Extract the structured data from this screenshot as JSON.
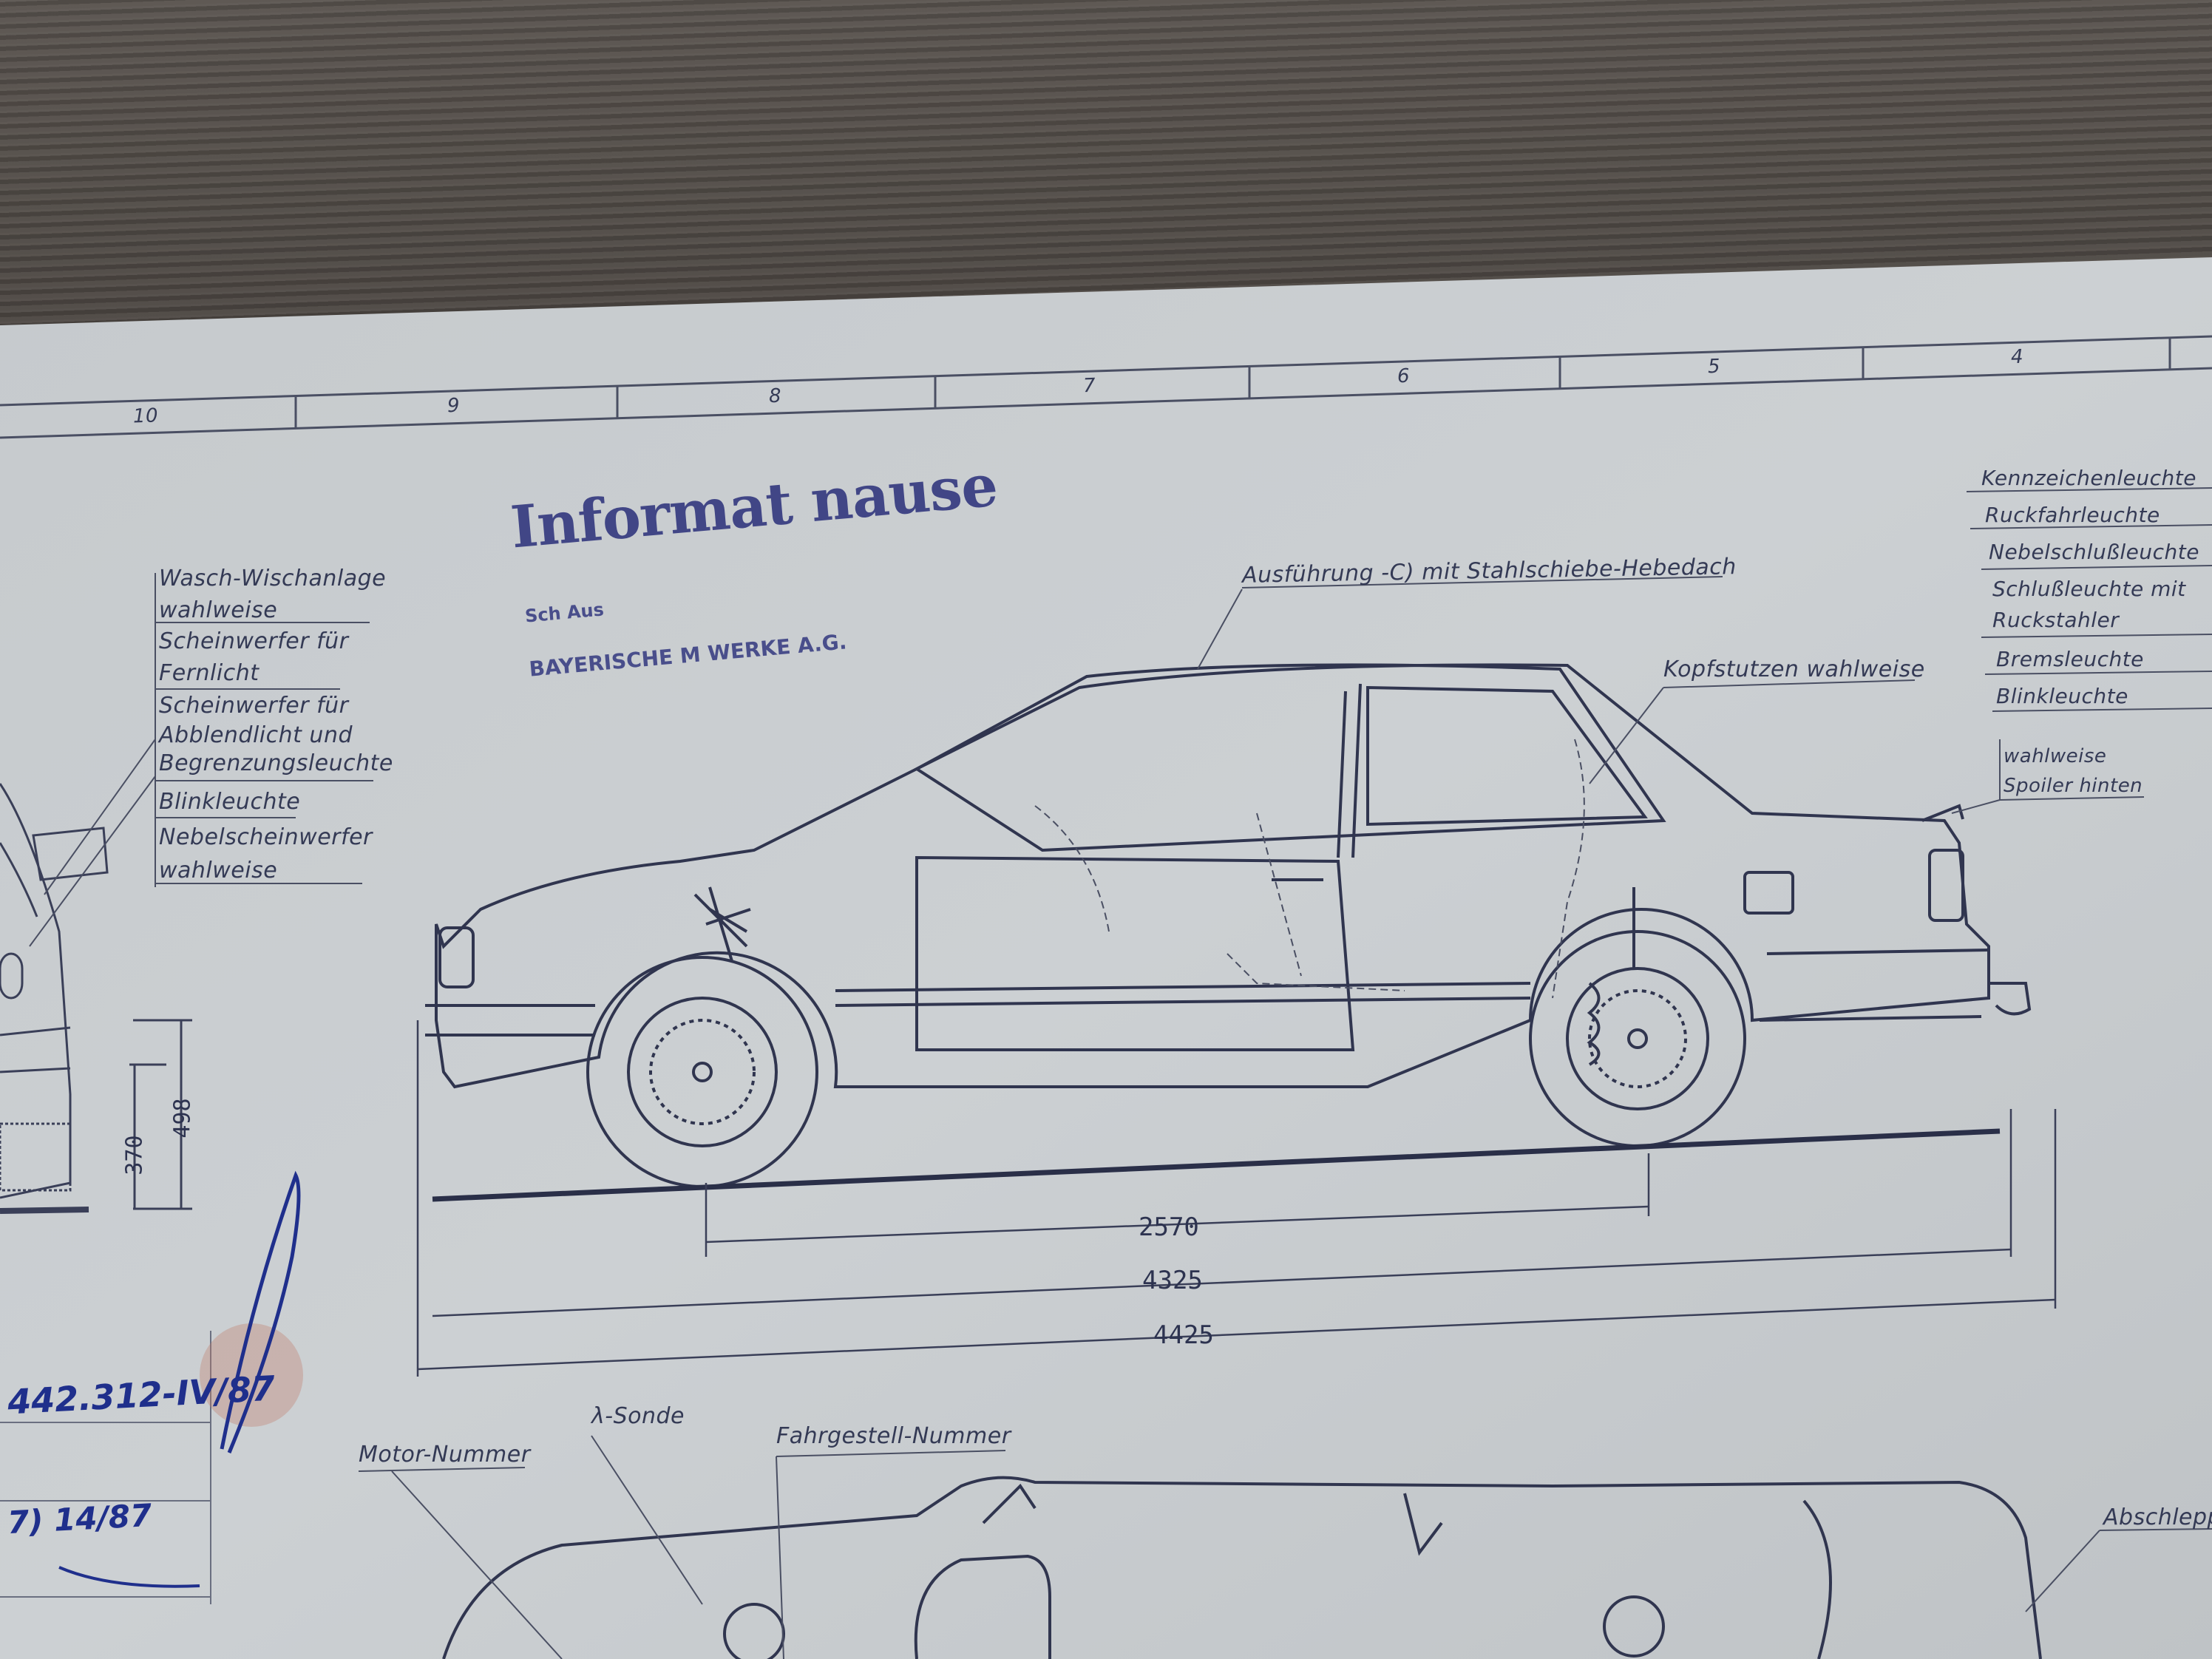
{
  "colors": {
    "paper": "#c9cdd0",
    "ink": "#2f3450",
    "stamp": "#2a2f7a",
    "ballpen": "#1f2f8c",
    "wood": "#4a4541"
  },
  "frame": {
    "zone_numbers": [
      "10",
      "9",
      "8",
      "7",
      "6",
      "5",
      "4"
    ]
  },
  "stamp": {
    "title": "Informat  nause",
    "line1": "Sch Aus",
    "line2": "BAYERISCHE M      WERKE A.G."
  },
  "front_labels": [
    "Wasch-Wischanlage",
    "wahlweise",
    "Scheinwerfer für",
    "Fernlicht",
    "Scheinwerfer für",
    "Abblendlicht und",
    "Begrenzungsleuchte",
    "Blinkleuchte",
    "Nebelscheinwerfer",
    "wahlweise"
  ],
  "top_labels": {
    "roof": "Ausführung -C) mit Stahlschiebe-Hebedach",
    "headrest": "Kopfstutzen wahlweise"
  },
  "rear_labels": [
    "Kennzeichenleuchte",
    "Ruckfahrleuchte",
    "Nebelschlußleuchte",
    "Schlußleuchte mit",
    "Ruckstahler",
    "Bremsleuchte",
    "Blinkleuchte",
    "wahlweise",
    "Spoiler hinten"
  ],
  "dimensions": {
    "wheelbase": "2570",
    "length_body": "4325",
    "length_total": "4425",
    "height_a": "370",
    "height_b": "498"
  },
  "bottom_labels": {
    "motor": "Motor-Nummer",
    "lambda": "λ-Sonde",
    "chassis": "Fahrgestell-Nummer",
    "right_cut": "Abschlepp"
  },
  "handwriting": {
    "reference": "442.312-IV/87",
    "date": "7) 14/87"
  }
}
